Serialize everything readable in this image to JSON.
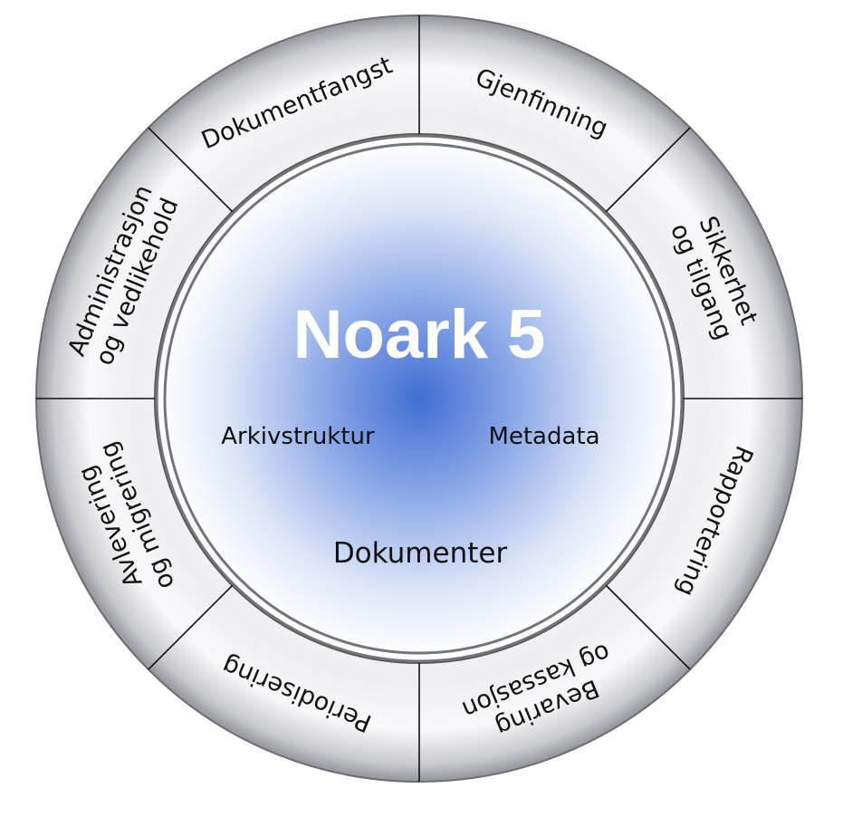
{
  "center": {
    "title": "Noark 5",
    "labels": [
      "Arkivstruktur",
      "Metadata",
      "Dokumenter"
    ]
  },
  "segments": [
    {
      "id": "dokumentfangst",
      "lines": [
        "Dokumentfangst"
      ]
    },
    {
      "id": "gjenfinning",
      "lines": [
        "Gjenfinning"
      ]
    },
    {
      "id": "sikkerhet",
      "lines": [
        "Sikkerhet",
        "og tilgang"
      ]
    },
    {
      "id": "rapportering",
      "lines": [
        "Rapportering"
      ]
    },
    {
      "id": "bevaring",
      "lines": [
        "Bevaring",
        "og kassasjon"
      ]
    },
    {
      "id": "periodisering",
      "lines": [
        "Periodisering"
      ]
    },
    {
      "id": "avlevering",
      "lines": [
        "Avlevering",
        "og migrering"
      ]
    },
    {
      "id": "administrasjon",
      "lines": [
        "Administrasjon",
        "og vedlikehold"
      ]
    }
  ],
  "colors": {
    "ring_edge": "#8e8f95",
    "ring_face": "#f7f7f9",
    "center_glow": "#3f6fd3",
    "divider": "#111111"
  }
}
